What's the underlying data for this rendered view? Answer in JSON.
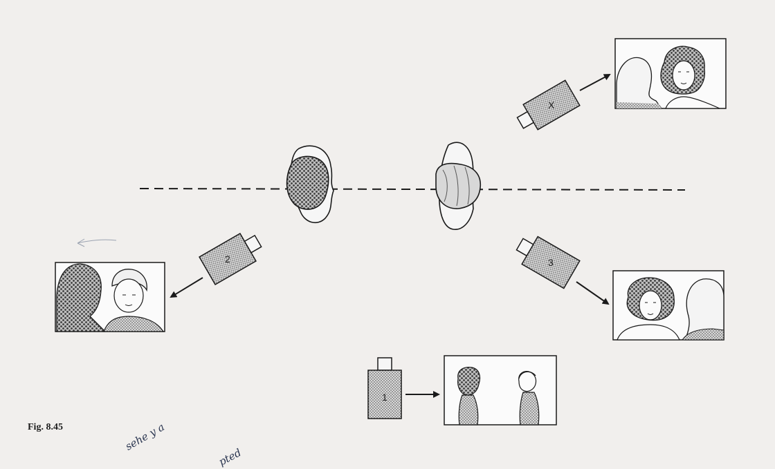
{
  "figure": {
    "caption": "Fig. 8.45",
    "annotation_lines": [
      "sehe y a",
      "pted"
    ]
  },
  "cameras": [
    {
      "id": "X",
      "label": "X"
    },
    {
      "id": "2",
      "label": "2"
    },
    {
      "id": "3",
      "label": "3"
    },
    {
      "id": "1",
      "label": "1"
    }
  ],
  "colors": {
    "background": "#f1efed",
    "ink": "#1a1a1a",
    "camera_fill": "#c9c9c9",
    "annotation_ink": "#2a3550"
  }
}
